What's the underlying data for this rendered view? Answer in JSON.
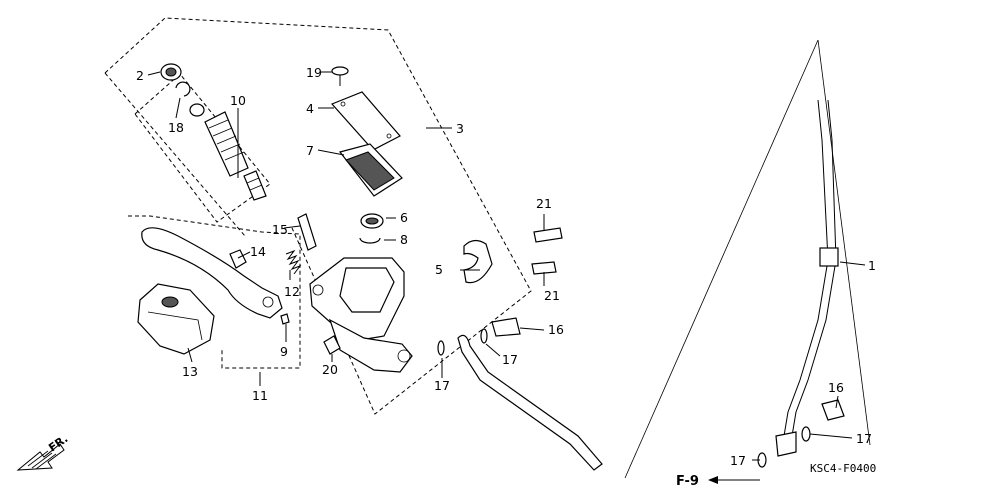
{
  "diagram": {
    "callouts": {
      "c1": "1",
      "c2": "2",
      "c3": "3",
      "c4": "4",
      "c5": "5",
      "c6": "6",
      "c7": "7",
      "c8": "8",
      "c9": "9",
      "c10": "10",
      "c11": "11",
      "c12": "12",
      "c13": "13",
      "c14": "14",
      "c15": "15",
      "c16a": "16",
      "c16b": "16",
      "c17a": "17",
      "c17b": "17",
      "c17c": "17",
      "c17d": "17",
      "c18": "18",
      "c19": "19",
      "c20": "20",
      "c21a": "21",
      "c21b": "21"
    },
    "reference": "F-9",
    "front_marker": "FR.",
    "diagram_code": "KSC4-F0400"
  }
}
